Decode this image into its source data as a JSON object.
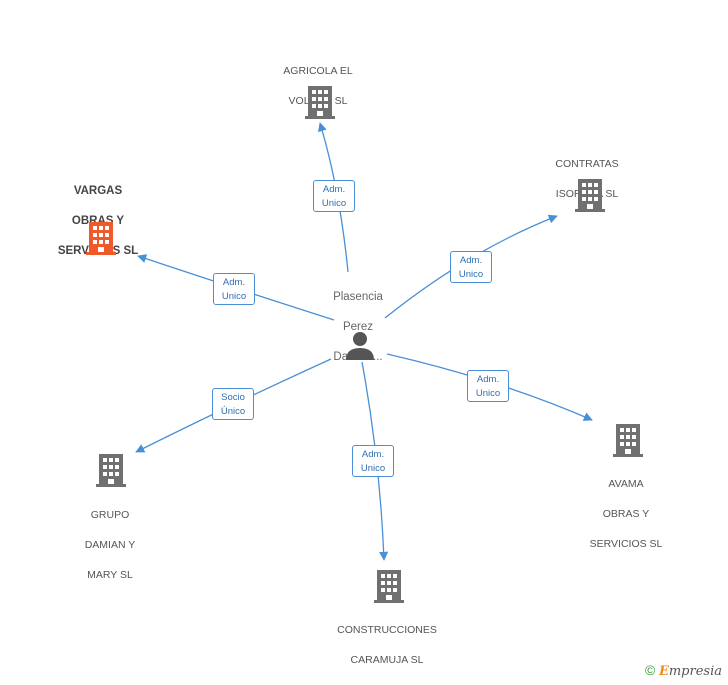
{
  "center": {
    "name_lines": [
      "Plasencia",
      "Perez",
      "Damian..."
    ],
    "icon": "person-icon"
  },
  "companies": [
    {
      "id": "agricola",
      "lines": [
        "AGRICOLA EL",
        "VOLCAN SL"
      ],
      "highlight": false,
      "role": [
        "Adm.",
        "Unico"
      ]
    },
    {
      "id": "contratas",
      "lines": [
        "CONTRATAS",
        "ISORANA SL"
      ],
      "highlight": false,
      "role": [
        "Adm.",
        "Unico"
      ]
    },
    {
      "id": "vargas",
      "lines": [
        "VARGAS",
        "OBRAS Y",
        "SERVICIOS SL"
      ],
      "highlight": true,
      "role": [
        "Adm.",
        "Unico"
      ]
    },
    {
      "id": "avama",
      "lines": [
        "AVAMA",
        "OBRAS Y",
        "SERVICIOS SL"
      ],
      "highlight": false,
      "role": [
        "Adm.",
        "Unico"
      ]
    },
    {
      "id": "grupo",
      "lines": [
        "GRUPO",
        "DAMIAN Y",
        "MARY SL"
      ],
      "highlight": false,
      "role": [
        "Socio",
        "Único"
      ]
    },
    {
      "id": "construcciones",
      "lines": [
        "CONSTRUCCIONES",
        "CARAMUJA SL"
      ],
      "highlight": false,
      "role": [
        "Adm.",
        "Unico"
      ]
    }
  ],
  "colors": {
    "edge": "#4a8fd6",
    "building": "#707070",
    "building_highlight": "#f0592a",
    "person": "#555555"
  },
  "brand": {
    "copyright": "©",
    "e": "E",
    "rest": "mpresia"
  }
}
